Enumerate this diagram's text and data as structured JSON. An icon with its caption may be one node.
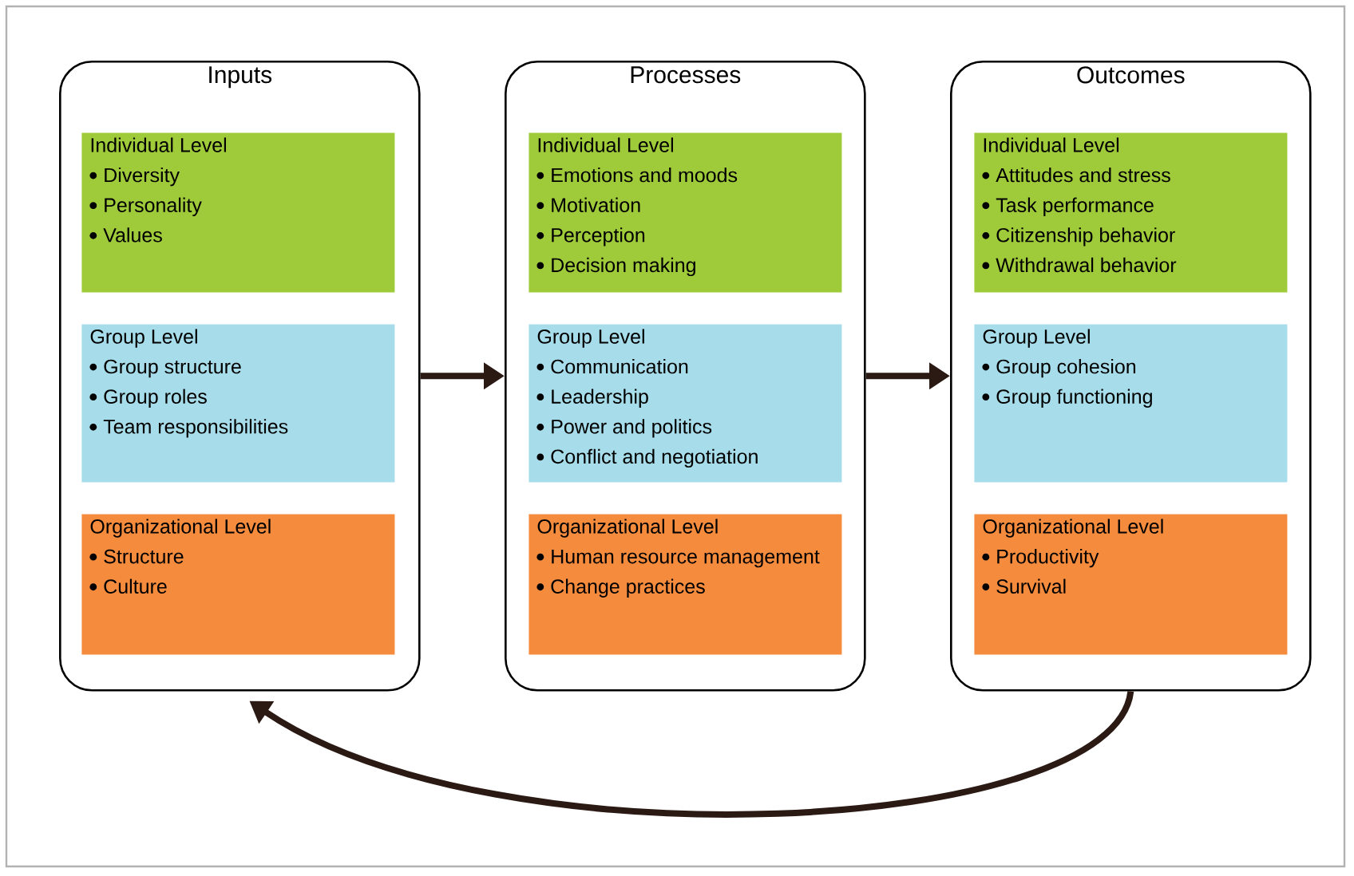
{
  "diagram": {
    "nodes": [
      {
        "text": [
          "Inputs"
        ]
      },
      {
        "text": [
          "Individual Level",
          "Diversity",
          "Personality",
          "Values"
        ],
        "in": 0
      },
      {
        "text": [
          "Group Level",
          "Group structure",
          "Group roles",
          "Team responsibilities"
        ],
        "in": 0
      },
      {
        "text": [
          "Organizational Level",
          "Structure",
          "Culture"
        ],
        "in": 0
      },
      {
        "text": [
          "Processes"
        ]
      },
      {
        "text": [
          "Individual Level",
          "Emotions and moods",
          "Motivation",
          "Perception",
          "Decision making"
        ],
        "in": 4
      },
      {
        "text": [
          "Group Level",
          "Communication",
          "Leadership",
          "Power and politics",
          "Conflict and negotiation"
        ],
        "in": 4
      },
      {
        "text": [
          "Organizational Level",
          "Human resource management",
          "Change practices"
        ],
        "in": 4
      },
      {
        "text": [
          "Outcomes"
        ]
      },
      {
        "text": [
          "Individual Level",
          "Attitudes and stress",
          "Task performance",
          "Citizenship behavior",
          "Withdrawal behavior"
        ],
        "in": 8
      },
      {
        "text": [
          "Group Level",
          "Group cohesion",
          "Group functioning"
        ],
        "in": 8
      },
      {
        "text": [
          "Organizational Level",
          "Productivity",
          "Survival"
        ],
        "in": 8
      }
    ],
    "edges": [
      {
        "from": 0,
        "to": 4,
        "arrow": "to"
      },
      {
        "from": 4,
        "to": 8,
        "arrow": "to"
      },
      {
        "from": 8,
        "to": 0,
        "arrow": "to"
      }
    ]
  }
}
